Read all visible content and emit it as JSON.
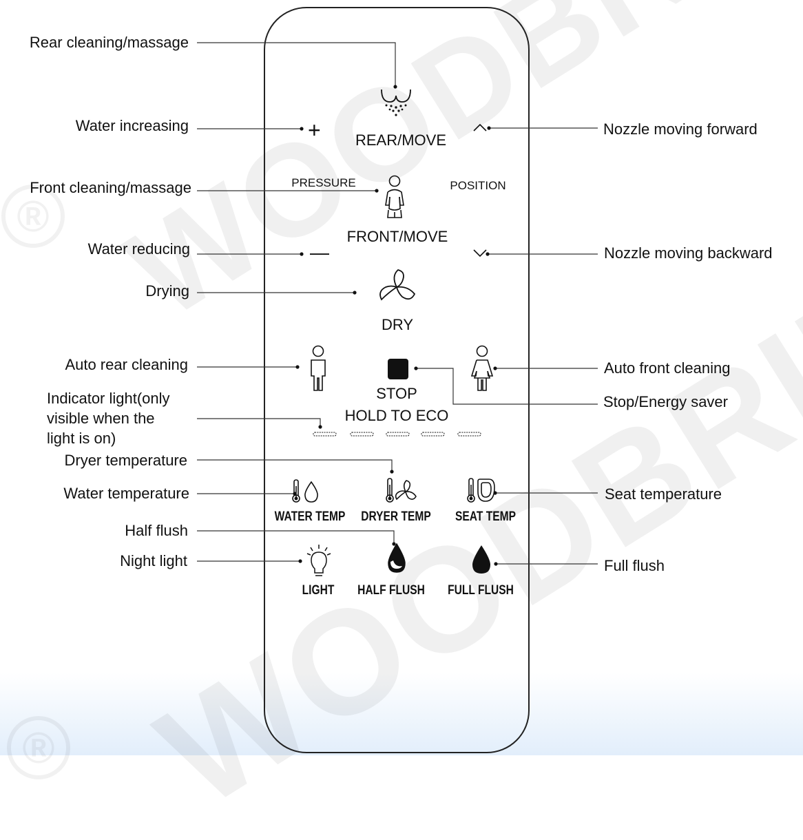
{
  "watermark": {
    "brand_top": "WOODBRIDGE",
    "brand_bottom": "WOODBRIDGE",
    "mark": "®"
  },
  "remote": {
    "rear_move": "REAR/MOVE",
    "pressure": "PRESSURE",
    "position": "POSITION",
    "front_move": "FRONT/MOVE",
    "dry": "DRY",
    "stop": "STOP",
    "hold_to_eco": "HOLD TO ECO",
    "water_temp": "WATER TEMP",
    "dryer_temp": "DRYER TEMP",
    "seat_temp": "SEAT TEMP",
    "light": "LIGHT",
    "half_flush": "HALF FLUSH",
    "full_flush": "FULL FLUSH",
    "plus": "+",
    "minus": "—"
  },
  "callouts": {
    "rear_cleaning": "Rear cleaning/massage",
    "water_increasing": "Water increasing",
    "front_cleaning": "Front cleaning/massage",
    "water_reducing": "Water reducing",
    "drying": "Drying",
    "auto_rear": "Auto rear cleaning",
    "indicator_1": "Indicator light(only",
    "indicator_2": "visible when the",
    "indicator_3": "light is on)",
    "dryer_temperature": "Dryer temperature",
    "water_temperature": "Water temperature",
    "half_flush": "Half flush",
    "night_light": "Night light",
    "nozzle_forward": "Nozzle moving forward",
    "nozzle_backward": "Nozzle moving backward",
    "auto_front": "Auto front cleaning",
    "stop_energy": "Stop/Energy saver",
    "seat_temperature": "Seat temperature",
    "full_flush": "Full flush"
  },
  "colors": {
    "ink": "#111111",
    "line": "#333333",
    "fade": "#e2eefb"
  },
  "icons": [
    "rear-wash-icon",
    "plus-icon",
    "chevron-up-icon",
    "front-wash-icon",
    "minus-icon",
    "chevron-down-icon",
    "fan-icon",
    "man-icon",
    "stop-icon",
    "woman-icon",
    "indicator-light-icon",
    "thermometer-icon",
    "water-drop-icon",
    "dryer-fan-icon",
    "seat-icon",
    "bulb-icon",
    "half-drop-icon",
    "full-drop-icon"
  ]
}
